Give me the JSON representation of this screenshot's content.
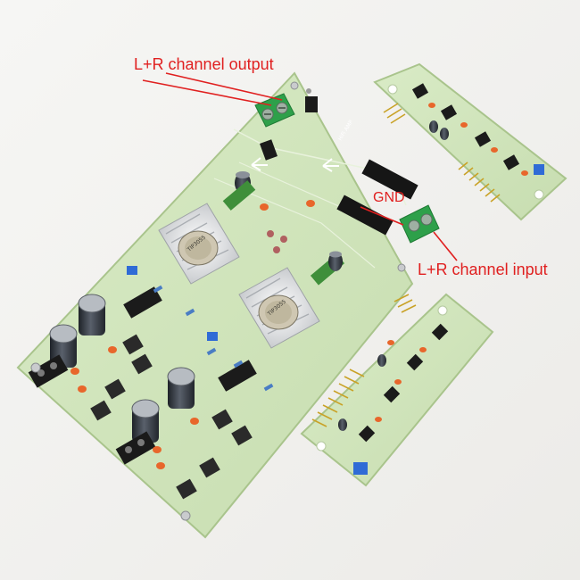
{
  "callouts": {
    "output": "L+R channel output",
    "gnd": "GND",
    "input": "L+R channel input"
  },
  "colors": {
    "background": "#f3f3f1",
    "pcb": "#cfe3b9",
    "pcb_edge": "#b8d39d",
    "callout_text": "#e02020",
    "terminal": "#2ea04a",
    "heatsink": "#d9dadc",
    "capacitor": "#2b2f36",
    "ic": "#1b1b1b",
    "trimmer": "#2f6bd6",
    "tantalum": "#e8662b"
  },
  "icons": [
    "terminal-block-icon",
    "heatsink-icon",
    "capacitor-icon",
    "ic-chip-icon",
    "pin-header-icon"
  ]
}
